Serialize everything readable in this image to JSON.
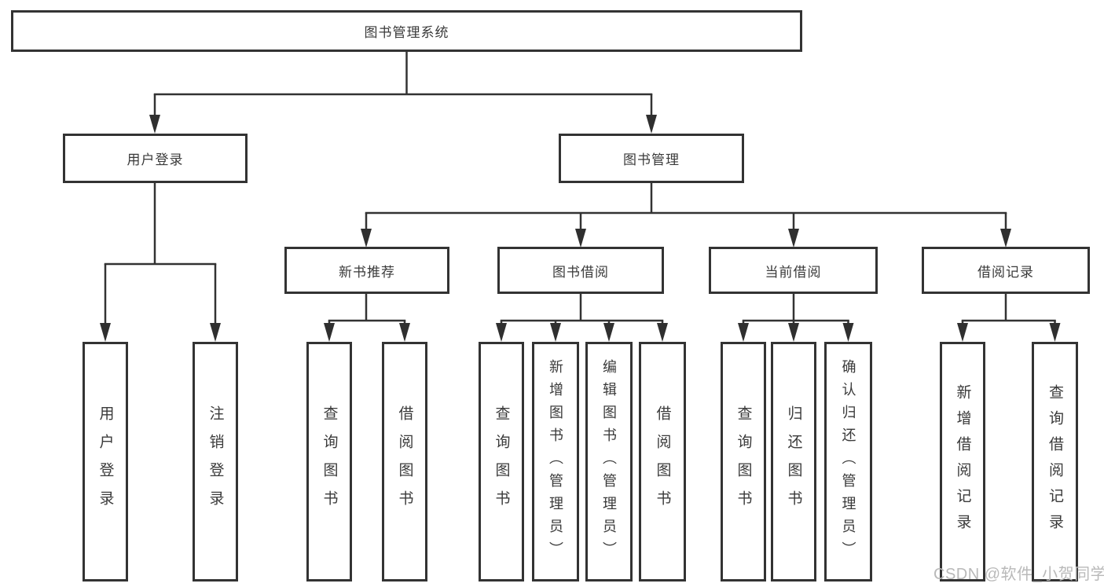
{
  "diagram": {
    "title": "图书管理系统",
    "nodes": {
      "root": "图书管理系统",
      "user_login": "用户登录",
      "book_mgmt": "图书管理",
      "new_book_rec": "新书推荐",
      "book_borrow": "图书借阅",
      "current_borrow": "当前借阅",
      "borrow_record": "借阅记录",
      "leaf_user_login": "用户登录",
      "leaf_logout": "注销登录",
      "rec_query": "查询图书",
      "rec_borrow": "借阅图书",
      "bb_query": "查询图书",
      "bb_add": "新增图书（管理员）",
      "bb_edit": "编辑图书（管理员）",
      "bb_borrow": "借阅图书",
      "cb_query": "查询图书",
      "cb_return": "归还图书",
      "cb_confirm": "确认归还（管理员）",
      "br_add": "新增借阅记录",
      "br_query": "查询借阅记录"
    },
    "colors": {
      "line": "#333333",
      "box_border": "#333333",
      "text": "#3a3a3a",
      "background": "#ffffff",
      "watermark": "#b9b9b9"
    }
  },
  "watermark": "CSDN @软件_小贺同学"
}
